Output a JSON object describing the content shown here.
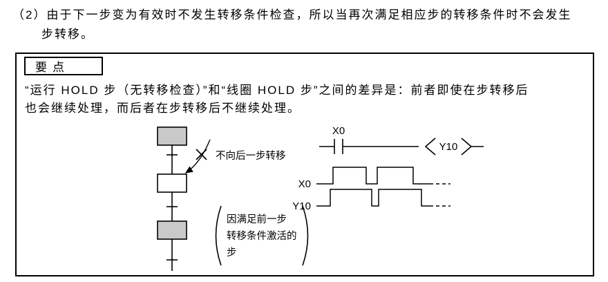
{
  "intro": {
    "line1": "（2）由于下一步变为有效时不发生转移条件检查，所以当再次满足相应步的转移条件时不会发生",
    "line2": "步转移。"
  },
  "point_box": {
    "label": "要点",
    "body_line1": "“运行 HOLD 步（无转移检查）”和“线圈 HOLD 步”之间的差异是：前者即使在步转移后",
    "body_line2": "也会继续处理，而后者在步转移后不继续处理。"
  },
  "sfc": {
    "no_transfer_label": "不向后一步转移",
    "step_fill_color": "#c9c9c9"
  },
  "note": {
    "line1": "因满足前一步",
    "line2": "转移条件激活的",
    "line3": "步"
  },
  "ladder": {
    "contact_label": "X0",
    "coil_label": "Y10"
  },
  "timing": {
    "row1_label": "X0",
    "row2_label": "Y10"
  }
}
